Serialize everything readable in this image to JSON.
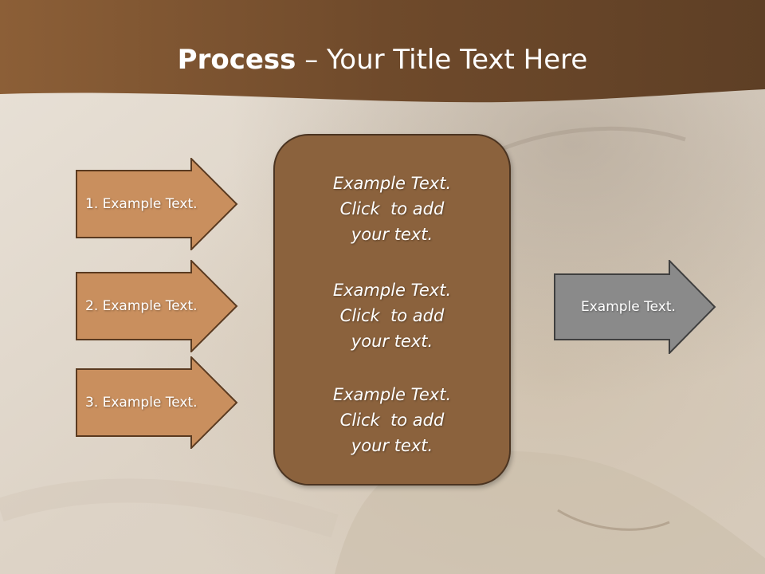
{
  "title": {
    "bold": "Process",
    "dash": " – ",
    "rest": "Your Title Text Here"
  },
  "inputs": [
    {
      "label": "1. Example Text."
    },
    {
      "label": "2. Example Text."
    },
    {
      "label": "3. Example Text."
    }
  ],
  "center_blocks": [
    {
      "line1": "Example Text.",
      "line2": "Click  to add",
      "line3": "your text."
    },
    {
      "line1": "Example Text.",
      "line2": "Click  to add",
      "line3": "your text."
    },
    {
      "line1": "Example Text.",
      "line2": "Click  to add",
      "line3": "your text."
    }
  ],
  "output": {
    "label": "Example Text."
  },
  "colors": {
    "header_brown": "#6e4c2f",
    "input_arrow_fill": "#c98f5e",
    "center_fill": "#8b623d",
    "output_arrow_fill": "#8a8a8a",
    "text": "#ffffff"
  }
}
